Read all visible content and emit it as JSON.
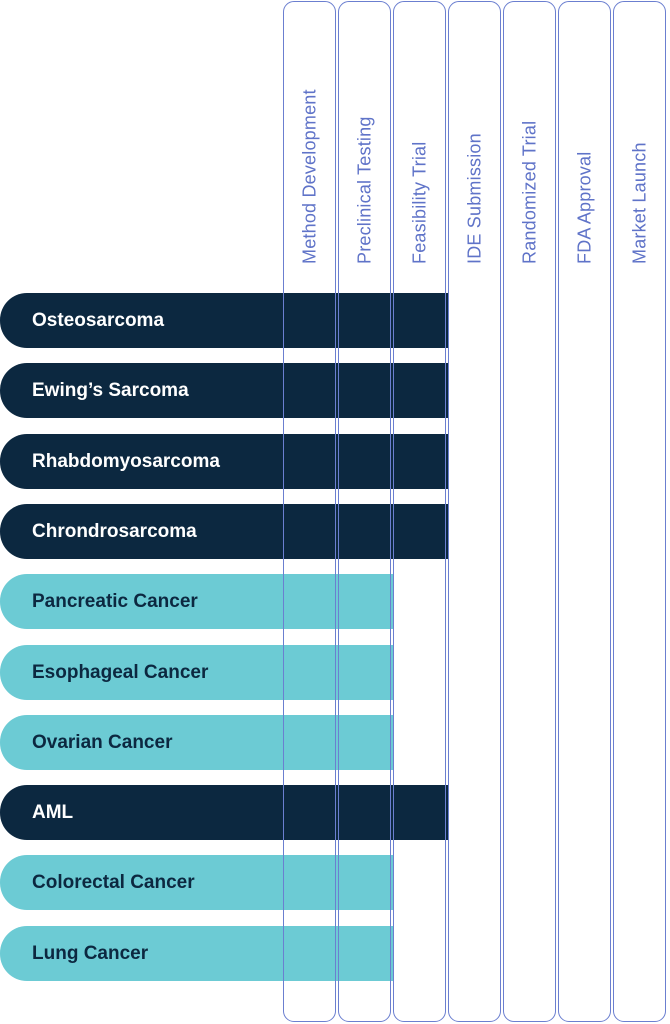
{
  "stages": [
    "Method Development",
    "Preclinical Testing",
    "Feasibility Trial",
    "IDE Submission",
    "Randomized Trial",
    "FDA Approval",
    "Market Launch"
  ],
  "programs": [
    {
      "name": "Osteosarcoma",
      "stages_completed": 3,
      "tone": "dark"
    },
    {
      "name": "Ewing’s Sarcoma",
      "stages_completed": 3,
      "tone": "dark"
    },
    {
      "name": "Rhabdomyosarcoma",
      "stages_completed": 3,
      "tone": "dark"
    },
    {
      "name": "Chrondrosarcoma",
      "stages_completed": 3,
      "tone": "dark"
    },
    {
      "name": "Pancreatic Cancer",
      "stages_completed": 2,
      "tone": "light"
    },
    {
      "name": "Esophageal Cancer",
      "stages_completed": 2,
      "tone": "light"
    },
    {
      "name": "Ovarian Cancer",
      "stages_completed": 2,
      "tone": "light"
    },
    {
      "name": "AML",
      "stages_completed": 3,
      "tone": "dark"
    },
    {
      "name": "Colorectal Cancer",
      "stages_completed": 2,
      "tone": "light"
    },
    {
      "name": "Lung Cancer",
      "stages_completed": 2,
      "tone": "light"
    }
  ],
  "colors": {
    "dark_bar": "#0c2840",
    "light_bar": "#6ccbd4",
    "stage_outline": "#6b7fd0",
    "stage_text": "#5f73c8"
  }
}
